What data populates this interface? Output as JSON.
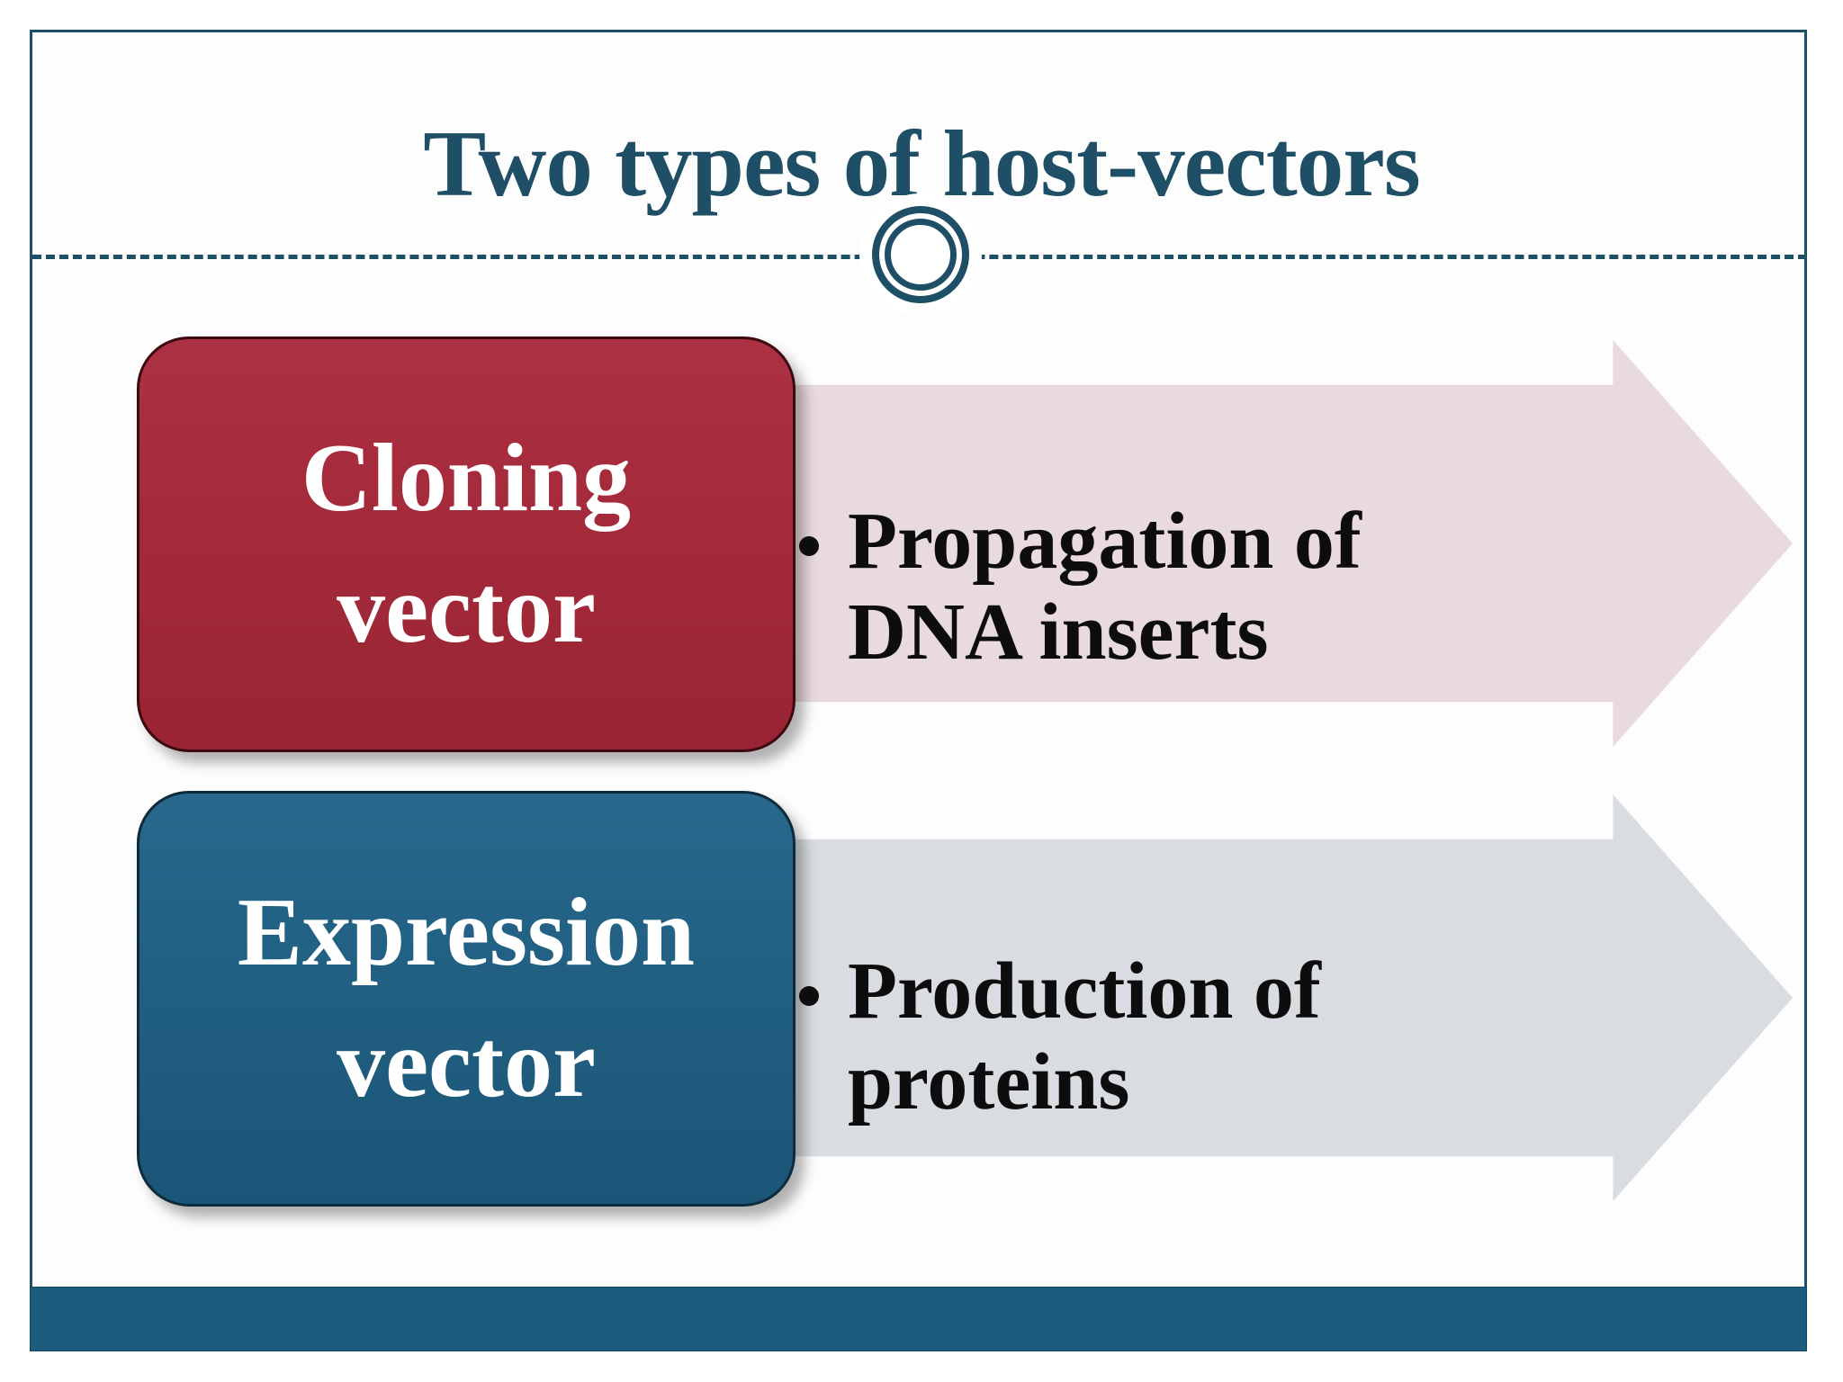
{
  "slide": {
    "title": "Two types of host-vectors",
    "colors": {
      "accent_teal": "#1E4F66",
      "bottom_bar_teal": "#1D5C7E",
      "cloning_box_red": "#A22939",
      "expression_box_blue": "#205E80",
      "arrow_pink": "#E9DADD",
      "arrow_gray": "#D9DCE0",
      "bullet_text_black": "#0D0D0D",
      "box_text_white": "#FFFFFF"
    },
    "divider": {
      "style": "dashed line with double-ring circle ornament at center"
    },
    "rows": [
      {
        "box": {
          "line1": "Cloning",
          "line2": "vector"
        },
        "bullet_text": "Propagation of DNA inserts"
      },
      {
        "box": {
          "line1": "Expression",
          "line2": "vector"
        },
        "bullet_text": "Production of proteins"
      }
    ]
  }
}
